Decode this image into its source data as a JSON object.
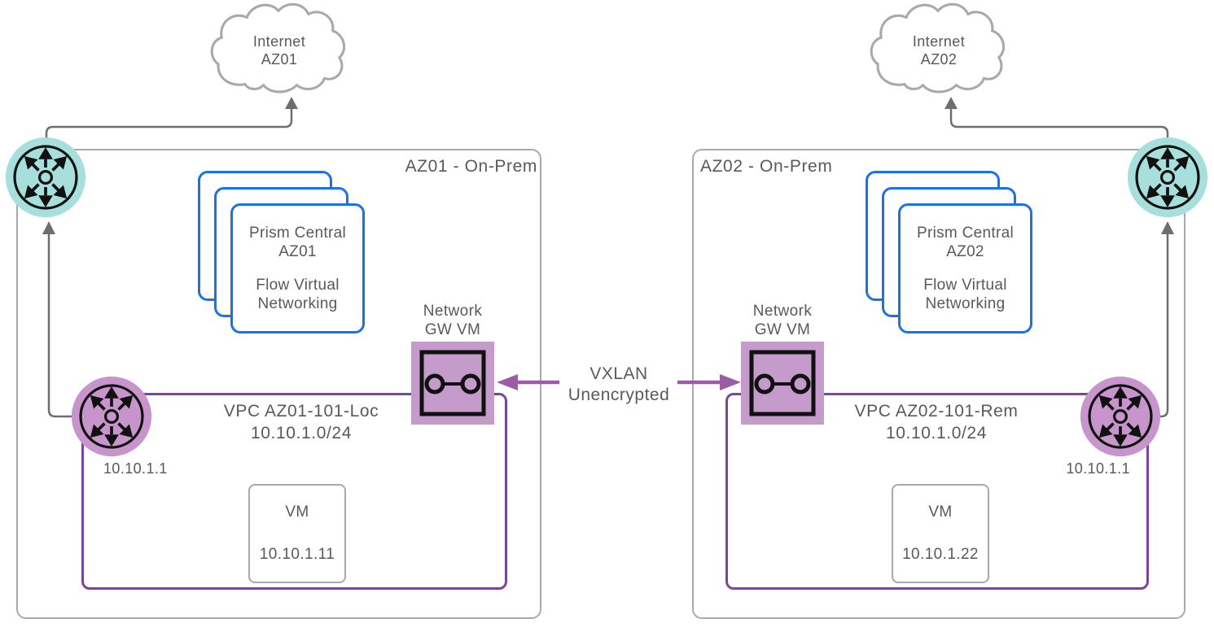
{
  "diagram": {
    "link": {
      "line1": "VXLAN",
      "line2": "Unencrypted"
    },
    "az01": {
      "box_label": "AZ01 - On-Prem",
      "cloud": {
        "line1": "Internet",
        "line2": "AZ01"
      },
      "prism": {
        "title_line1": "Prism Central",
        "title_line2": "AZ01",
        "sub_line1": "Flow Virtual",
        "sub_line2": "Networking"
      },
      "gateway": {
        "label_line1": "Network",
        "label_line2": "GW VM"
      },
      "vpc": {
        "name": "VPC AZ01-101-Loc",
        "cidr": "10.10.1.0/24",
        "router_ip": "10.10.1.1"
      },
      "vm": {
        "label": "VM",
        "ip": "10.10.1.11"
      }
    },
    "az02": {
      "box_label": "AZ02 - On-Prem",
      "cloud": {
        "line1": "Internet",
        "line2": "AZ02"
      },
      "prism": {
        "title_line1": "Prism Central",
        "title_line2": "AZ02",
        "sub_line1": "Flow Virtual",
        "sub_line2": "Networking"
      },
      "gateway": {
        "label_line1": "Network",
        "label_line2": "GW VM"
      },
      "vpc": {
        "name": "VPC AZ02-101-Rem",
        "cidr": "10.10.1.0/24",
        "router_ip": "10.10.1.1"
      },
      "vm": {
        "label": "VM",
        "ip": "10.10.1.22"
      }
    },
    "colors": {
      "teal": "#A6DFDC",
      "purple": "#C795CB",
      "gateway": "#C49BCB",
      "vpc_border": "#7D4596",
      "vxlan_arrow": "#9C5BA5",
      "prism_blue": "#1B72E8",
      "box_gray": "#A7A9AC",
      "connector_gray": "#6D6E71",
      "text": "#58595B"
    }
  }
}
